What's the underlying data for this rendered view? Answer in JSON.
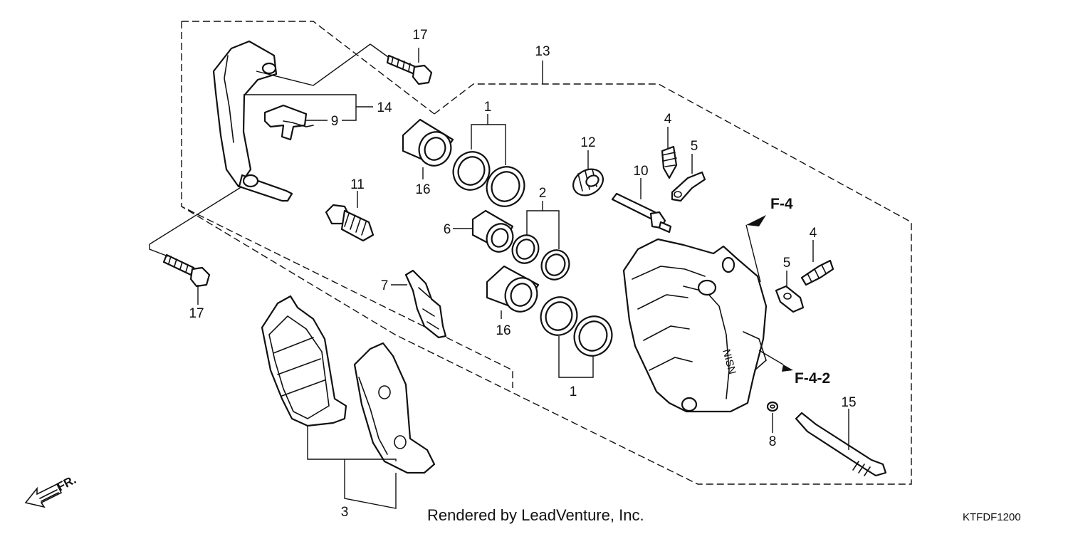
{
  "callouts": {
    "c1a": "1",
    "c1b": "1",
    "c2": "2",
    "c3": "3",
    "c4a": "4",
    "c4b": "4",
    "c5a": "5",
    "c5b": "5",
    "c6": "6",
    "c7": "7",
    "c8": "8",
    "c9": "9",
    "c10": "10",
    "c11": "11",
    "c12": "12",
    "c13": "13",
    "c14": "14",
    "c15": "15",
    "c16a": "16",
    "c16b": "16",
    "c17a": "17",
    "c17b": "17"
  },
  "references": {
    "f4": "F-4",
    "f42": "F-4-2"
  },
  "caliper_logo": "NISN",
  "direction_label": "FR.",
  "caption": "Rendered by LeadVenture, Inc.",
  "diagram_code": "KTFDF1200"
}
